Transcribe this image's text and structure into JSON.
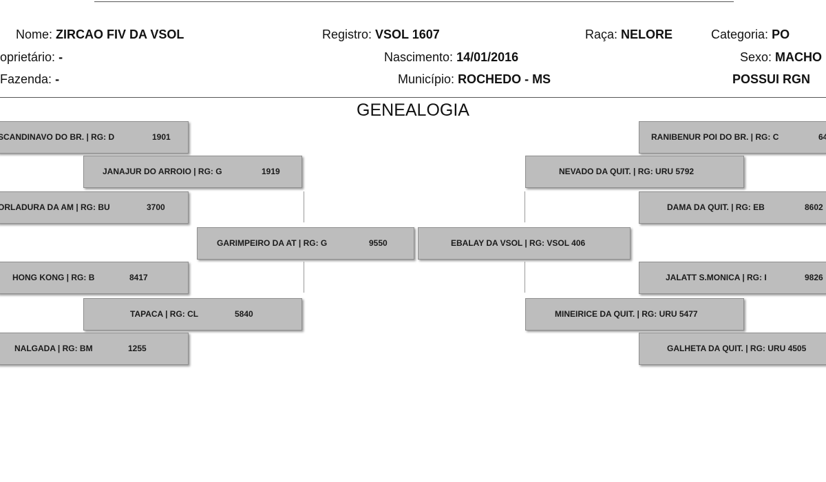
{
  "animal": {
    "name_label": "Nome:",
    "name": "ZIRCAO FIV DA VSOL",
    "registro_label": "Registro:",
    "registro": "VSOL 1607",
    "raca_label": "Raça:",
    "raca": "NELORE",
    "categoria_label": "Categoria:",
    "categoria": "PO",
    "proprietario_label": "oprietário:",
    "proprietario": "-",
    "nascimento_label": "Nascimento:",
    "nascimento": "14/01/2016",
    "sexo_label": "Sexo:",
    "sexo": "MACHO",
    "fazenda_label": "Fazenda:",
    "fazenda": "-",
    "municipio_label": "Município:",
    "municipio": "ROCHEDO - MS",
    "rgn": "POSSUI RGN"
  },
  "genealogy_title": "GENEALOGIA",
  "pedigree": {
    "sire": {
      "name": "GARIMPEIRO DA AT | RG: G",
      "num": "9550"
    },
    "dam": {
      "name": "EBALAY DA VSOL | RG: VSOL 406"
    },
    "paternal_grandsire": {
      "name": "JANAJUR DO ARROIO | RG: G",
      "num": "1919"
    },
    "paternal_granddam": {
      "name": "TAPACA | RG: CL",
      "num": "5840"
    },
    "maternal_grandsire": {
      "name": "NEVADO DA QUIT. | RG: URU 5792"
    },
    "maternal_granddam": {
      "name": "MINEIRICE DA QUIT. | RG: URU 5477"
    },
    "ggs_1": {
      "name": "SCANDINAVO DO BR. | RG: D",
      "num": "1901"
    },
    "ggd_1": {
      "name": "ORLADURA DA AM | RG: BU",
      "num": "3700"
    },
    "ggs_2": {
      "name": "HONG KONG | RG: B",
      "num": "8417"
    },
    "ggd_2": {
      "name": "NALGADA | RG: BM",
      "num": "1255"
    },
    "ggs_3": {
      "name": "RANIBENUR POI DO BR. | RG: C",
      "num": "64"
    },
    "ggd_3": {
      "name": "DAMA DA QUIT. | RG: EB",
      "num": "8602"
    },
    "ggs_4": {
      "name": "JALATT S.MONICA | RG: I",
      "num": "9826"
    },
    "ggd_4": {
      "name": "GALHETA DA QUIT. | RG: URU 4505"
    }
  }
}
